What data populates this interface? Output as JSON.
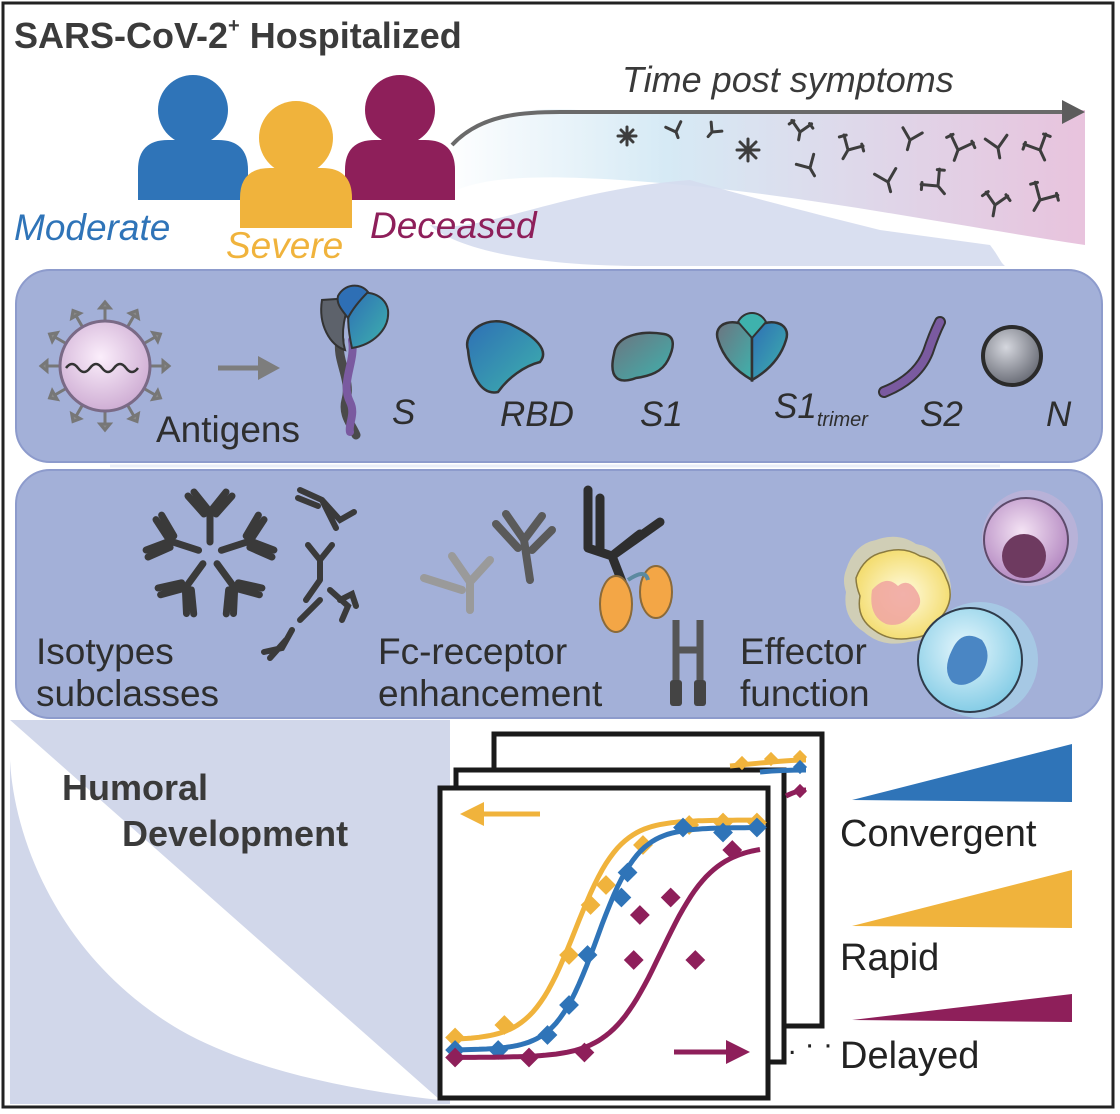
{
  "title": {
    "main": "SARS-CoV-2",
    "sup": "+",
    "rest": " Hospitalized"
  },
  "timeline_label": "Time post symptoms",
  "groups": [
    {
      "label": "Moderate",
      "color": "#2f74b8"
    },
    {
      "label": "Severe",
      "color": "#f0b33c"
    },
    {
      "label": "Deceased",
      "color": "#8e1f5a"
    }
  ],
  "antigens": {
    "heading": "Antigens",
    "items": [
      "S",
      "RBD",
      "S1",
      "S1",
      "S2",
      "N"
    ],
    "s1_trimer_sub": "trimer"
  },
  "features": {
    "isotypes": [
      "Isotypes",
      "subclasses"
    ],
    "fc": [
      "Fc-receptor",
      "enhancement"
    ],
    "effector": [
      "Effector",
      "function"
    ]
  },
  "humoral": [
    "Humoral",
    "Development"
  ],
  "legend": [
    {
      "label": "Convergent",
      "color": "#2f74b8"
    },
    {
      "label": "Rapid",
      "color": "#f0b33c"
    },
    {
      "label": "Delayed",
      "color": "#8e1f5a"
    }
  ],
  "colors": {
    "panel": "#a3b0d8",
    "panel_stroke": "#8d9bcc",
    "antibody": "#3a3a3a",
    "divider": "#e8ecf7"
  }
}
